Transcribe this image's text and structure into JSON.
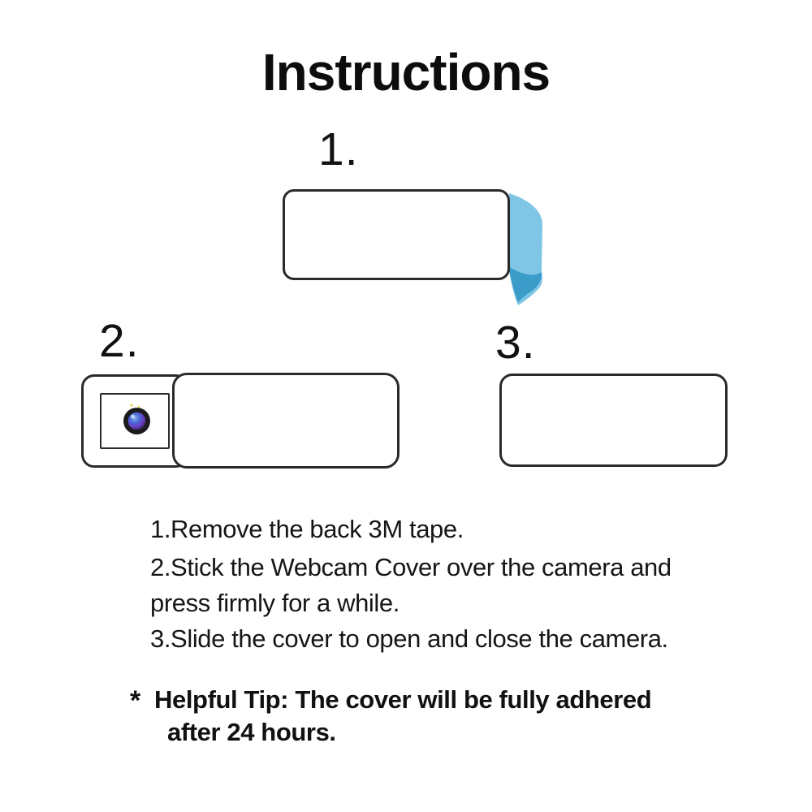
{
  "title": "Instructions",
  "figures": {
    "step1": {
      "number": "1."
    },
    "step2": {
      "number": "2."
    },
    "step3": {
      "number": "3."
    }
  },
  "instructions": {
    "line1": "1.Remove the back 3M tape.",
    "line2": "2.Stick the Webcam Cover over the camera and",
    "line3": "press firmly for a while.",
    "line4": "3.Slide the cover to open and close the camera."
  },
  "tip": {
    "bullet": "*",
    "line1": "Helpful Tip: The cover will be fully adhered",
    "line2": "after 24 hours."
  },
  "colors": {
    "outline": "#2a2a2a",
    "tape_light": "#7EC5E6",
    "tape_dark": "#3B9CC9",
    "lens_ring": "#1B1B1D",
    "lens_highlight": "#8FB4EC",
    "lens_blue": "#4A6BD8",
    "lens_purple": "#6A3EC4",
    "lens_center_dark": "#231F3A",
    "lens_glint": "#CFE0F8",
    "speck_yellow": "#E8D44A"
  }
}
